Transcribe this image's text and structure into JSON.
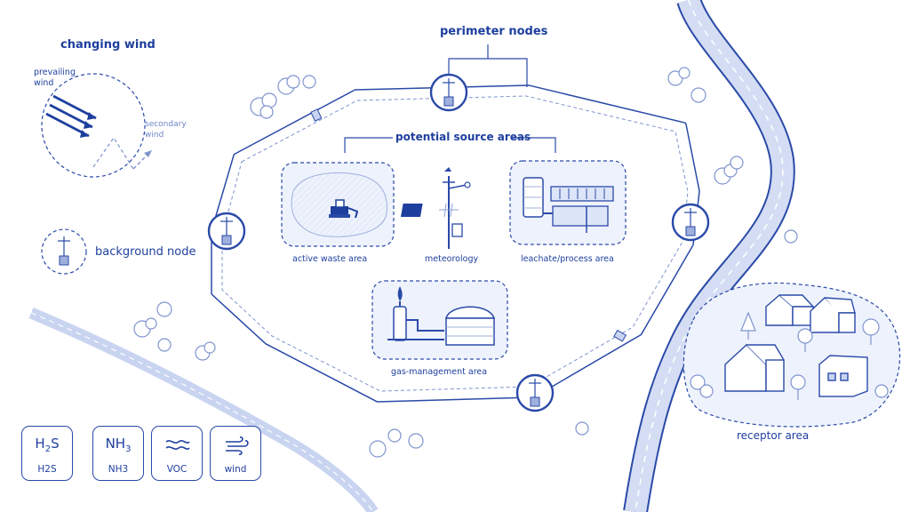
{
  "labels": {
    "changing_wind": "changing wind",
    "prevailing_wind": "prevailing\nwind",
    "secondary_wind": "secondary\nwind",
    "background_node": "background node",
    "perimeter_nodes": "perimeter nodes",
    "potential_source_areas": "potential source areas",
    "active_waste_area": "active waste area",
    "meteorology": "meteorology",
    "leachate_area": "leachate/process area",
    "gas_management_area": "gas-management area",
    "receptor_area": "receptor area"
  },
  "legend": [
    {
      "formula_main": "H",
      "formula_sub": "2",
      "formula_tail": "S",
      "label": "H2S"
    },
    {
      "formula_main": "NH",
      "formula_sub": "3",
      "formula_tail": "",
      "label": "NH3"
    },
    {
      "icon": "wave-icon",
      "label": "VOC"
    },
    {
      "icon": "wind-icon",
      "label": "wind"
    }
  ],
  "colors": {
    "primary": "#1e3f9e",
    "light_fill": "#eef2fc",
    "road": "#d4ddf3"
  }
}
